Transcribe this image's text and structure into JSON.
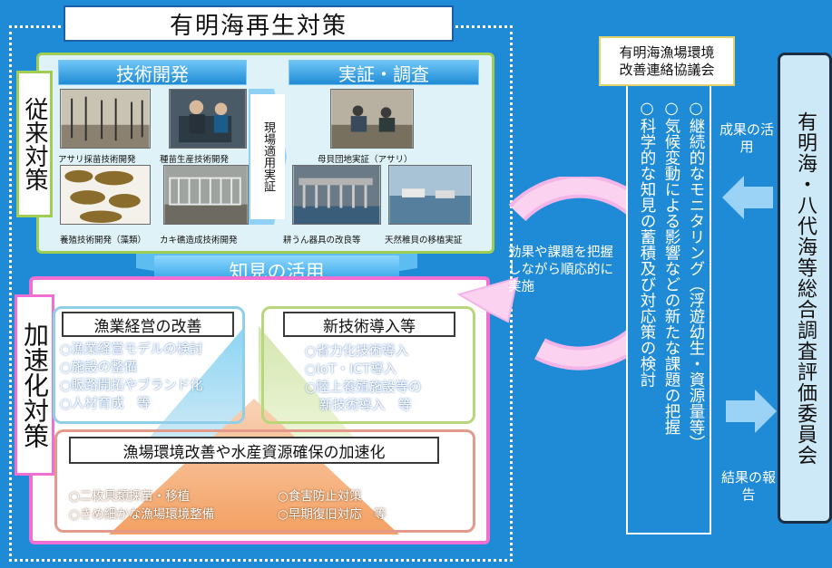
{
  "title": "有明海再生対策",
  "conventional": {
    "label": "従来対策",
    "tech_dev_header": "技術開発",
    "demo_header": "実証・調査",
    "field_application": "現場適用実証",
    "captions": {
      "asari_seed": "アサリ採苗技術開発",
      "seedling_production": "種苗生産技術開発",
      "seaweed_culture": "養殖技術開発（藻類）",
      "oyster_reef": "カキ礁造成技術開発",
      "mother_shell": "母貝団地実証（アサリ）",
      "tillage": "耕うん器具の改良等",
      "wild_transplant": "天然稚貝の移植実証"
    }
  },
  "knowledge_use": "知見の活用",
  "acceleration": {
    "label": "加速化対策",
    "management": {
      "title": "漁業経営の改善",
      "items": [
        "○漁業経営モデルの検討",
        "○施設の整備",
        "○販路開拓やブランド化",
        "○人材育成　等"
      ]
    },
    "new_tech": {
      "title": "新技術導入等",
      "items": [
        "○省力化技術導入",
        "○IoT・ICT導入",
        "○陸上養殖施設等の",
        "新技術導入　等"
      ]
    },
    "environment": {
      "title": "漁場環境改善や水産資源確保の加速化",
      "items": [
        "○二枚貝類採苗・移植",
        "○食害防止対策",
        "○きめ細かな漁場環境整備",
        "○早期復旧対応　等"
      ]
    }
  },
  "loop_text": "効果や課題を把握しながら順応的に実施",
  "council": {
    "title_line1": "有明海漁場環境",
    "title_line2": "改善連絡協議会",
    "items": [
      "○継続的なモニタリング（浮遊幼生・資源量等）",
      "○気候変動による影響などの新たな課題の把握",
      "○科学的な知見の蓄積及び対応策の検討"
    ]
  },
  "results_use": "成果の活用",
  "results_report": "結果の報告",
  "committee": "有明海・八代海等総合調査評価委員会",
  "colors": {
    "background": "#1f8bd6",
    "conventional_border": "#9fce53",
    "acceleration_border": "#f06fd3",
    "arrow": "#9ad3f5"
  }
}
